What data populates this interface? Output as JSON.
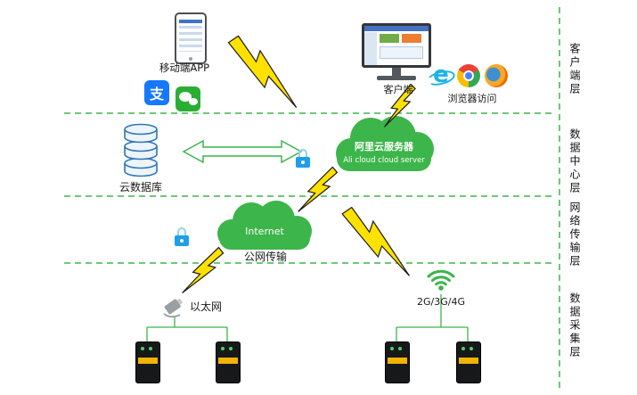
{
  "layer_labels": [
    {
      "label": "客户端层"
    },
    {
      "label": "数据中心层"
    },
    {
      "label": "网络传输层"
    },
    {
      "label": "数据采集层"
    }
  ],
  "client_layer": {
    "mobile_app_label": "移动端APP",
    "alipay_glyph": "支",
    "client_label": "客户端",
    "browser_access_label": "浏览器访问"
  },
  "data_center_layer": {
    "cloud_db_label": "云数据库",
    "ali_cloud_cn": "阿里云服务器",
    "ali_cloud_en": "Ali cloud  cloud server"
  },
  "network_layer": {
    "internet_label": "Internet",
    "public_network_label": "公网传输"
  },
  "acquisition_layer": {
    "ethernet_label": "以太网",
    "cellular_label": "2G/3G/4G"
  },
  "colors": {
    "accent_green": "#3cb54a",
    "lightning_yellow": "#ffe100",
    "database_blue": "#2e75b6",
    "lock_blue": "#1e9fe8",
    "alipay_blue": "#1677ff",
    "wechat_green": "#2aae32"
  },
  "icons": {
    "smartphone": "css-shape",
    "alipay": "支 glyph on blue tile",
    "wechat": "two white chat bubbles",
    "monitor": "desktop with dashboard screen",
    "ie": "blue e with orbit ring",
    "chrome": "tri-color circle",
    "firefox": "orange-blue circle",
    "database": "stacked cylinders",
    "cloud": "green cloud",
    "lock": "blue padlock",
    "lightning": "yellow bolt",
    "wifi": "green signal arcs",
    "ethernet_connector": "gray plug with cable",
    "device": "black box with yellow band"
  }
}
